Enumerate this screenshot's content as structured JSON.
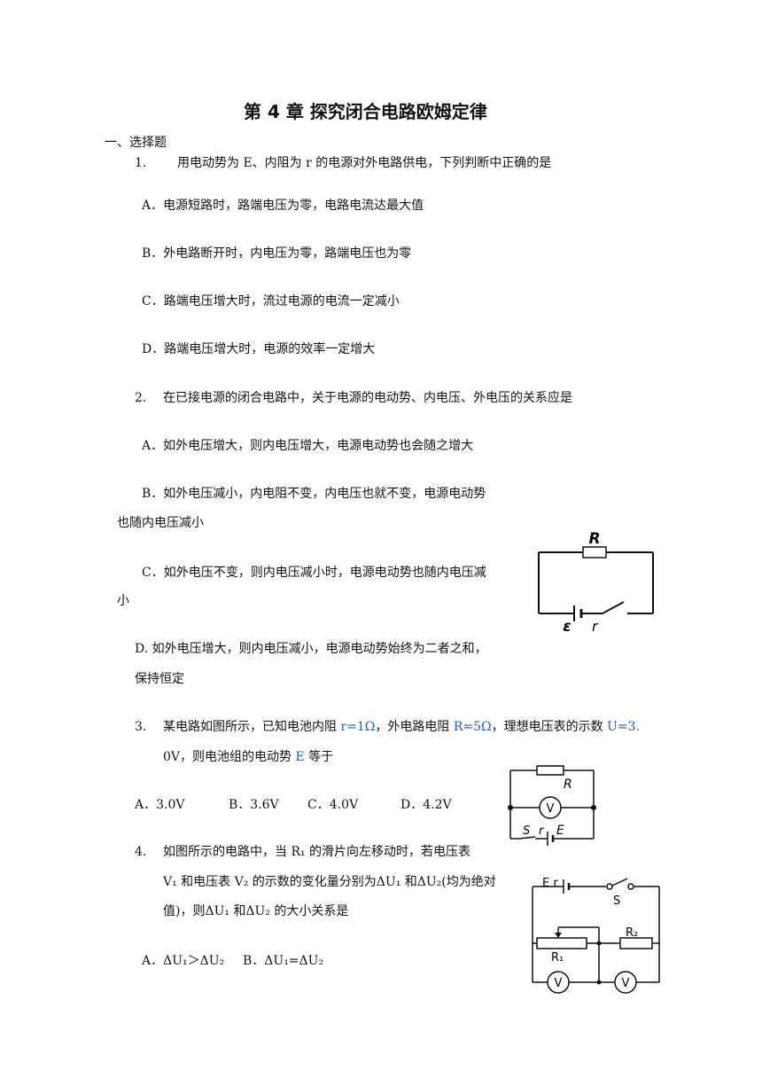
{
  "title": "第 4 章  探究闭合电路欧姆定律",
  "section": "一、选择题",
  "q1": {
    "num": "1.",
    "stem": "用电动势为 E、内阻为 r 的电源对外电路供电，下列判断中正确的是",
    "A": "A．电源短路时，路端电压为零，电路电流达最大值",
    "B": "B．外电路断开时，内电压为零，路端电压也为零",
    "C": "C．路端电压增大时，流过电源的电流一定减小",
    "D": "D．路端电压增大时，电源的效率一定增大"
  },
  "q2": {
    "num": "2.",
    "stem": "在已接电源的闭合电路中，关于电源的电动势、内电压、外电压的关系应是",
    "A": "A．如外电压增大，则内电压增大，电源电动势也会随之增大",
    "B1": "B．如外电压减小，内电阻不变，内电压也就不变，电源电动势",
    "B2": "也随内电压减小",
    "C1": "C．如外电压不变，则内电压减小时，电源电动势也随内电压减",
    "C2": "小",
    "D1": "D. 如外电压增大，则内电压减小，电源电动势始终为二者之和，",
    "D2": "保持恒定"
  },
  "q3": {
    "num": "3.",
    "s1": "某电路如图所示，已知电池内阻 ",
    "r": "r=1Ω",
    "s2": "，外电路电阻 ",
    "R": "R=5Ω",
    "s3": "，理想电压表的示数 ",
    "U": "U=3.",
    "l2a": "0V",
    "l2b": "，则电池组的电动势 ",
    "E": "E",
    "l2c": " 等于",
    "A": "A．3.0V",
    "B": "B．3.6V",
    "C": "C．4.0V",
    "D": "D．4.2V"
  },
  "q4": {
    "num": "4.",
    "l1": "如图所示的电路中，当 R₁ 的滑片向左移动时，若电压表",
    "l2": "V₁ 和电压表 V₂ 的示数的变化量分别为ΔU₁ 和ΔU₂(均为绝对",
    "l3": "值)，则ΔU₁ 和ΔU₂ 的大小关系是",
    "A": "A．ΔU₁＞ΔU₂",
    "B": "B．ΔU₁=ΔU₂"
  },
  "fig1": {
    "R": "R",
    "eps": "ε",
    "r": "r"
  },
  "fig2": {
    "R": "R",
    "V": "V",
    "S": "S",
    "r": "r",
    "E": "E"
  },
  "fig3": {
    "Er": "E r",
    "S": "S",
    "R1": "R₁",
    "R2": "R₂",
    "V": "V"
  }
}
